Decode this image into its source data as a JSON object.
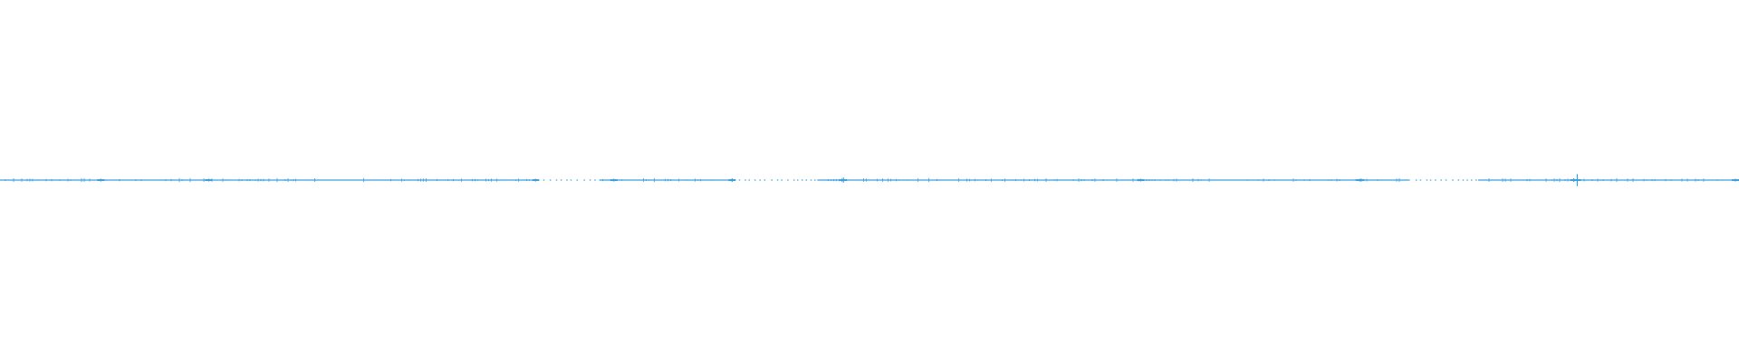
{
  "waveform": {
    "color": "#3aa0e0",
    "background": "#ffffff",
    "baseline": "center",
    "segments": [
      {
        "type": "continuous",
        "start": 0.0,
        "end": 0.17
      },
      {
        "type": "continuous",
        "start": 0.17,
        "end": 0.305
      },
      {
        "type": "sparse",
        "start": 0.305,
        "end": 0.345
      },
      {
        "type": "continuous",
        "start": 0.345,
        "end": 0.42
      },
      {
        "type": "sparse",
        "start": 0.42,
        "end": 0.47
      },
      {
        "type": "continuous",
        "start": 0.47,
        "end": 0.6
      },
      {
        "type": "continuous",
        "start": 0.6,
        "end": 0.81
      },
      {
        "type": "sparse",
        "start": 0.81,
        "end": 0.85
      },
      {
        "type": "continuous",
        "start": 0.85,
        "end": 1.0
      }
    ],
    "peaks": [
      {
        "position": 0.058,
        "amplitude": 0.05
      },
      {
        "position": 0.12,
        "amplitude": 0.04
      },
      {
        "position": 0.308,
        "amplitude": 0.06
      },
      {
        "position": 0.353,
        "amplitude": 0.05
      },
      {
        "position": 0.421,
        "amplitude": 0.1
      },
      {
        "position": 0.485,
        "amplitude": 0.14
      },
      {
        "position": 0.656,
        "amplitude": 0.04
      },
      {
        "position": 0.782,
        "amplitude": 0.06
      },
      {
        "position": 0.905,
        "amplitude": 0.1
      },
      {
        "position": 0.907,
        "amplitude": 0.33
      },
      {
        "position": 0.998,
        "amplitude": 0.06
      }
    ]
  }
}
